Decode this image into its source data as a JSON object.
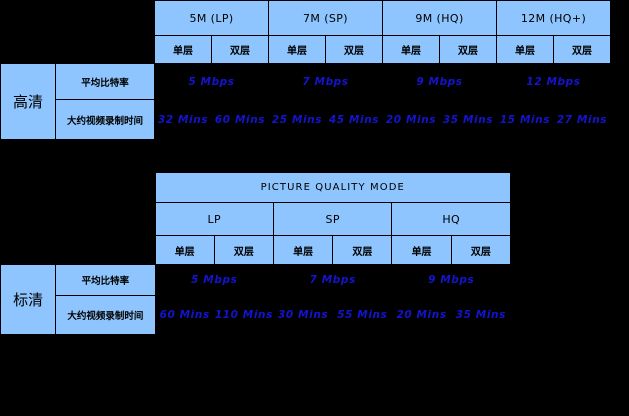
{
  "hd_table": {
    "side_label": "高清",
    "row_labels": [
      "平均比特率",
      "大约视频录制时间"
    ],
    "quality_headers": [
      "5M (LP)",
      "7M (SP)",
      "9M (HQ)",
      "12M (HQ+)"
    ],
    "layer_headers": [
      "单层",
      "双层",
      "单层",
      "双层",
      "单层",
      "双层",
      "单层",
      "双层"
    ],
    "bitrates": [
      "5 Mbps",
      "7 Mbps",
      "9 Mbps",
      "12 Mbps"
    ],
    "record_times": [
      "32 Mins",
      "60 Mins",
      "25 Mins",
      "45 Mins",
      "20 Mins",
      "35 Mins",
      "15 Mins",
      "27 Mins"
    ]
  },
  "sd_table": {
    "title": "PICTURE QUALITY MODE",
    "side_label": "标清",
    "row_labels": [
      "平均比特率",
      "大约视频录制时间"
    ],
    "quality_headers": [
      "LP",
      "SP",
      "HQ"
    ],
    "layer_headers": [
      "单层",
      "双层",
      "单层",
      "双层",
      "单层",
      "双层"
    ],
    "bitrates": [
      "5 Mbps",
      "7 Mbps",
      "9 Mbps"
    ],
    "record_times": [
      "60 Mins",
      "110 Mins",
      "30 Mins",
      "55 Mins",
      "20 Mins",
      "35 Mins"
    ]
  },
  "colors": {
    "header_fill": "#8EC5FE",
    "background": "#000000",
    "value_text": "#1414CE",
    "border": "#000000"
  }
}
